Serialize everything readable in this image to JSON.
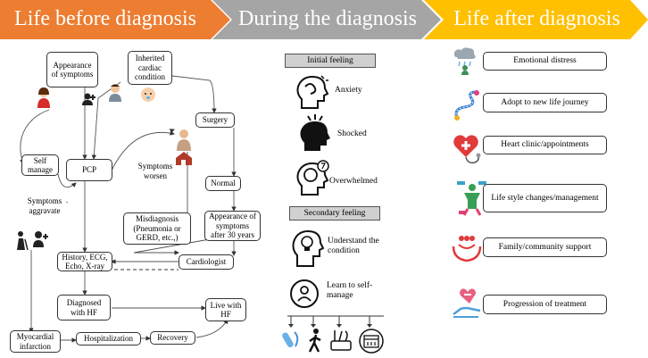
{
  "banners": [
    {
      "label": "Life before diagnosis",
      "color": "#ED7D31"
    },
    {
      "label": "During the diagnosis",
      "color": "#A5A5A5"
    },
    {
      "label": "Life after diagnosis",
      "color": "#FFC000"
    }
  ],
  "flow": {
    "appearance_symptoms": "Appearance of symptoms",
    "inherited": "Inherited cardiac condition",
    "surgery": "Surgery",
    "self_manage": "Self manage",
    "pcp": "PCP",
    "symptoms_worsen": "Symptoms worsen",
    "symptoms_aggravate": "Symptoms aggravate",
    "dot": ".",
    "normal": "Normal",
    "misdiagnosis": "Misdiagnosis (Pneumonia or GERD, etc.,)",
    "appearance_after30": "Appearance of symptoms after 30 years",
    "history": "History, ECG, Echo, X-ray",
    "cardiologist": "Cardiologist",
    "diagnosed_hf": "Diagnosed with HF",
    "live_hf": "Live with HF",
    "myocardial": "Myocardial infarction",
    "hospitalization": "Hospitalization",
    "recovery": "Recovery"
  },
  "during": {
    "initial_header": "Initial feeling",
    "initial": [
      "Anxiety",
      "Shocked",
      "Overwhelmed"
    ],
    "secondary_header": "Secondary feeling",
    "secondary": [
      "Understand the condition",
      "Learn to self-manage"
    ]
  },
  "after": {
    "items": [
      "Emotional distress",
      "Adopt to new life journey",
      "Heart clinic/appointments",
      "Life style changes/management",
      "Family/community support",
      "Progression of treatment"
    ]
  },
  "icons": [
    "woman-avatar-icon",
    "add-person-icon",
    "man-avatar-icon",
    "baby-icon",
    "doctor-house-icon",
    "elderly-caregiver-icon",
    "anxiety-head-icon",
    "shocked-head-icon",
    "overwhelmed-head-icon",
    "lightbulb-head-icon",
    "self-manage-head-icon",
    "medication-icon",
    "exercise-icon",
    "diet-icon",
    "calendar-icon",
    "distress-cloud-icon",
    "journey-path-icon",
    "heart-stethoscope-icon",
    "lifestyle-icon",
    "family-support-icon",
    "treatment-hand-heart-icon"
  ]
}
